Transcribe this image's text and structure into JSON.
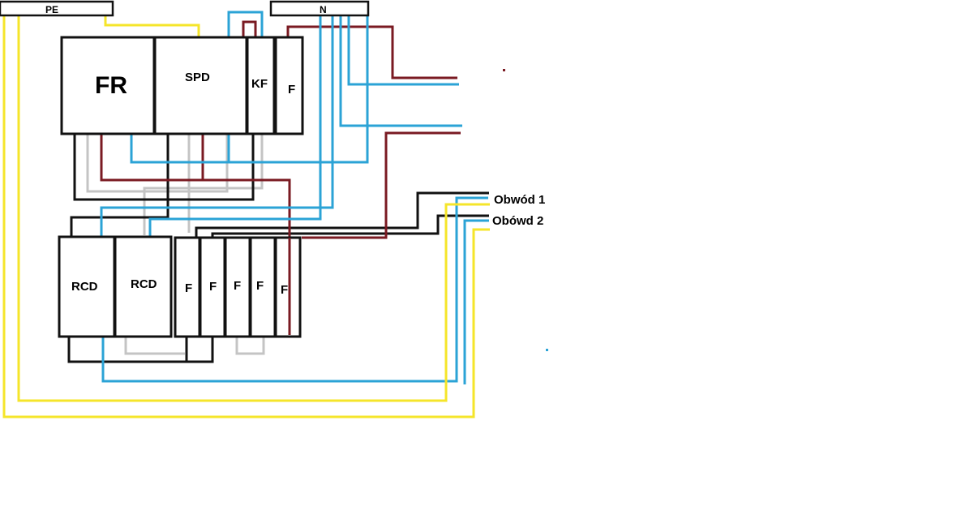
{
  "labels": {
    "pe": "PE",
    "n": "N",
    "fr": "FR",
    "spd": "SPD",
    "kf": "KF",
    "f": "F",
    "rcd": "RCD",
    "circuit1": "Obwód 1",
    "circuit2": "Obówd 2"
  },
  "colors": {
    "pe_wire": "#f5e52a",
    "neutral_wire": "#2ba3d6",
    "phase_wire": "#7a1a22",
    "black_wire": "#111111",
    "grey_wire": "#c4c4c4"
  }
}
